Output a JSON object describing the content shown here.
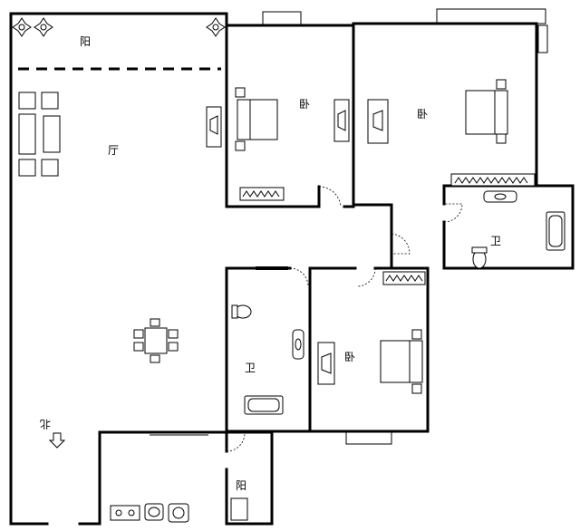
{
  "rooms": {
    "balcony_top": "阳",
    "living": "厅",
    "bedroom_1": "卧",
    "bedroom_2": "卧",
    "bath_right": "卫",
    "bath_center": "卫",
    "bedroom_3": "卧",
    "balcony_bottom": "阳"
  },
  "compass": "北",
  "colors": {
    "line": "#000000",
    "background": "#ffffff"
  }
}
